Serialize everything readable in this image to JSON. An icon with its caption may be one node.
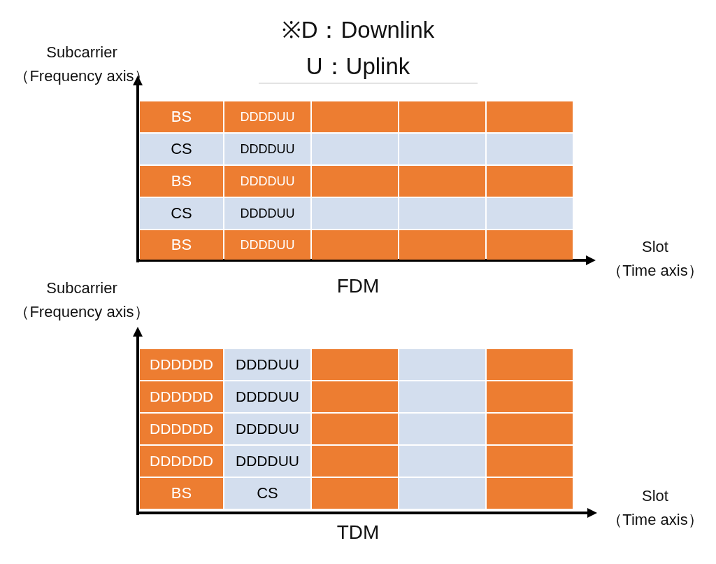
{
  "diagram": {
    "nodes": [
      {
        "text": [
          "BS"
        ]
      },
      {
        "text": [
          "DDDDUU"
        ]
      },
      {
        "text": [],
        "shape": "box"
      },
      {
        "text": [],
        "shape": "box"
      },
      {
        "text": [],
        "shape": "box"
      },
      {
        "text": [
          "CS"
        ]
      },
      {
        "text": [
          "DDDDUU"
        ]
      },
      {
        "text": [],
        "shape": "box"
      },
      {
        "text": [],
        "shape": "box"
      },
      {
        "text": [],
        "shape": "box"
      },
      {
        "text": [
          "BS"
        ]
      },
      {
        "text": [
          "DDDDUU"
        ]
      },
      {
        "text": [],
        "shape": "box"
      },
      {
        "text": [],
        "shape": "box"
      },
      {
        "text": [],
        "shape": "box"
      },
      {
        "text": [
          "CS"
        ]
      },
      {
        "text": [
          "DDDDUU"
        ]
      },
      {
        "text": [],
        "shape": "box"
      },
      {
        "text": [],
        "shape": "box"
      },
      {
        "text": [],
        "shape": "box"
      },
      {
        "text": [
          "BS"
        ]
      },
      {
        "text": [
          "DDDDUU"
        ]
      },
      {
        "text": [],
        "shape": "box"
      },
      {
        "text": [],
        "shape": "box"
      },
      {
        "text": [],
        "shape": "box"
      },
      {
        "text": [
          "DDDDDD"
        ]
      },
      {
        "text": [
          "DDDDUU"
        ]
      },
      {
        "text": [],
        "shape": "box"
      },
      {
        "text": [],
        "shape": "box"
      },
      {
        "text": [],
        "shape": "box"
      },
      {
        "text": [
          "DDDDDD"
        ]
      },
      {
        "text": [
          "DDDDUU"
        ]
      },
      {
        "text": [],
        "shape": "box"
      },
      {
        "text": [],
        "shape": "box"
      },
      {
        "text": [],
        "shape": "box"
      },
      {
        "text": [
          "DDDDDD"
        ]
      },
      {
        "text": [
          "DDDDUU"
        ]
      },
      {
        "text": [],
        "shape": "box"
      },
      {
        "text": [],
        "shape": "box"
      },
      {
        "text": [],
        "shape": "box"
      },
      {
        "text": [
          "DDDDDD"
        ]
      },
      {
        "text": [
          "DDDDUU"
        ]
      },
      {
        "text": [],
        "shape": "box"
      },
      {
        "text": [],
        "shape": "box"
      },
      {
        "text": [],
        "shape": "box"
      },
      {
        "text": [
          "BS"
        ]
      },
      {
        "text": [
          "CS"
        ]
      },
      {
        "text": [],
        "shape": "box"
      },
      {
        "text": [],
        "shape": "box"
      },
      {
        "text": [],
        "shape": "box"
      }
    ],
    "labels": [
      "※D：Downlink",
      "Subcarrier （Frequency axis）",
      "U：Uplink",
      "Slot （Time axis）",
      "FDM",
      "Subcarrier （Frequency axis）",
      "Slot （Time axis）",
      "TDM"
    ]
  }
}
